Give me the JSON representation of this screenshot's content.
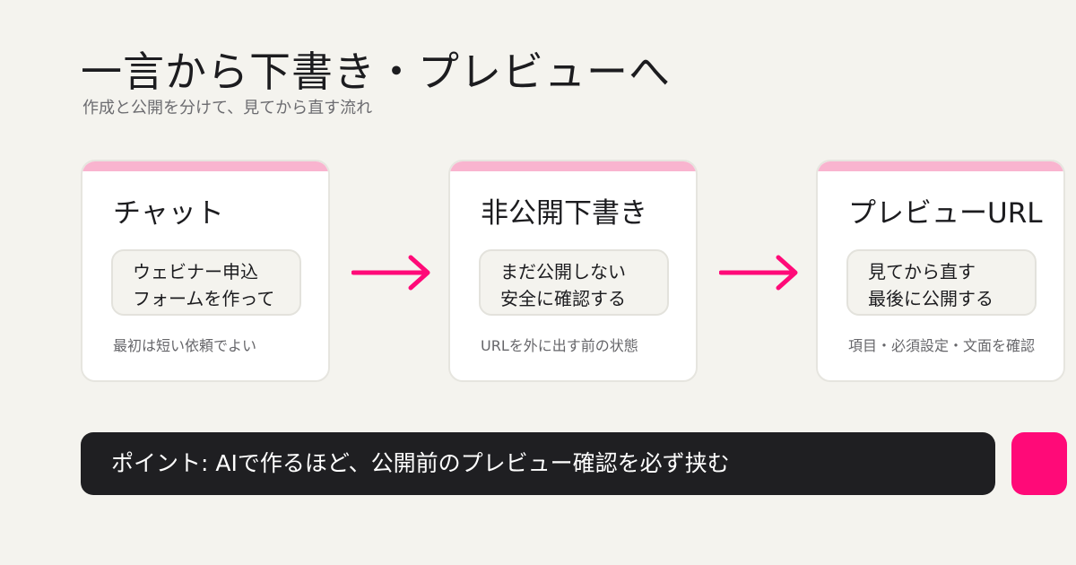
{
  "header": {
    "title": "一言から下書き・プレビューへ",
    "subtitle": "作成と公開を分けて、見てから直す流れ"
  },
  "steps": [
    {
      "title": "チャット",
      "box_lines": [
        "ウェビナー申込",
        "フォームを作って"
      ],
      "note": "最初は短い依頼でよい"
    },
    {
      "title": "非公開下書き",
      "box_lines": [
        "まだ公開しない",
        "安全に確認する"
      ],
      "note": "URLを外に出す前の状態"
    },
    {
      "title": "プレビューURL",
      "box_lines": [
        "見てから直す",
        "最後に公開する"
      ],
      "note": "項目・必須設定・文面を確認"
    }
  ],
  "point": {
    "text": "ポイント: AIで作るほど、公開前のプレビュー確認を必ず挟む"
  },
  "colors": {
    "background": "#f4f3ee",
    "card_accent_bar": "#f9b4cf",
    "arrow": "#ff0a78",
    "point_bar": "#1f1f22",
    "accent_square": "#ff0a78"
  },
  "icons": {
    "flow_arrow": "arrow-right-icon"
  }
}
